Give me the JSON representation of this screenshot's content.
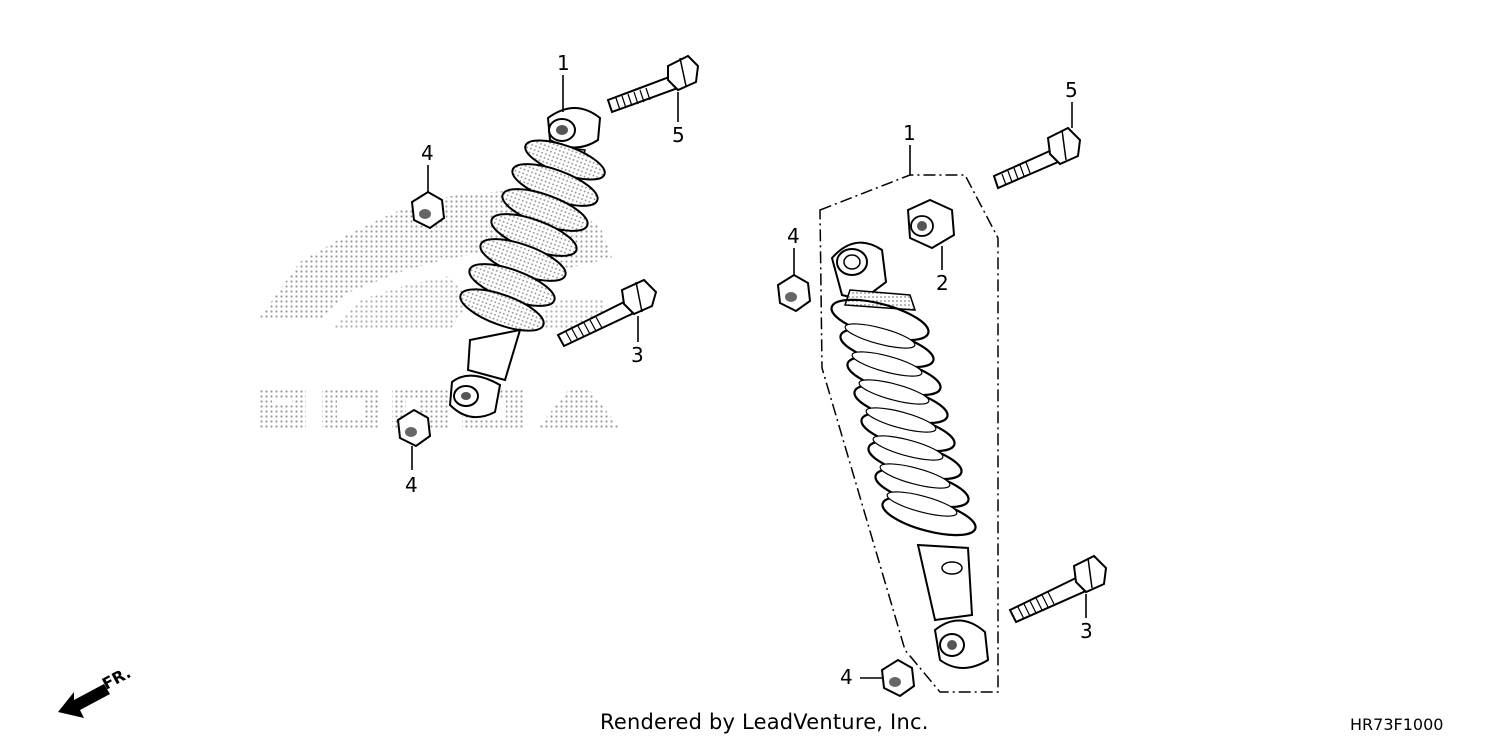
{
  "diagram": {
    "callouts": {
      "left_shock_1": "1",
      "left_bolt_5": "5",
      "left_nut_4_top": "4",
      "left_bolt_3": "3",
      "left_nut_4_bottom": "4",
      "right_shock_1": "1",
      "right_bolt_5": "5",
      "right_nut_4_top": "4",
      "right_bushing_2": "2",
      "right_bolt_3": "3",
      "right_nut_4_bottom": "4"
    },
    "watermark_logo": "HONDA",
    "direction_label": "FR."
  },
  "footer": {
    "credit": "Rendered by LeadVenture, Inc.",
    "diagram_code": "HR73F1000"
  }
}
